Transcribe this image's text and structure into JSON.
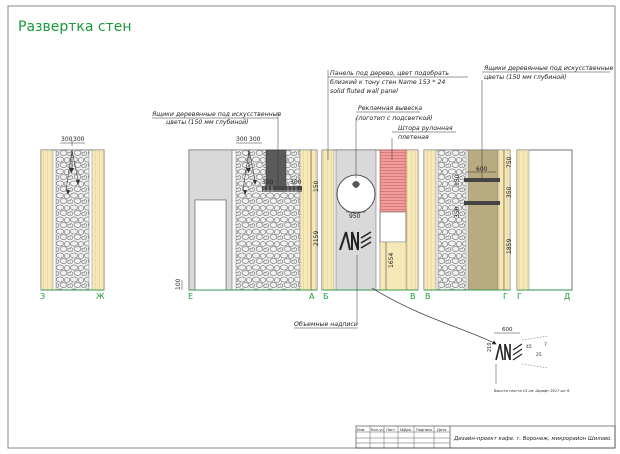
{
  "title": "Развертка стен",
  "annotations": {
    "boxes_left_line1": "Ящики деревянные под искусственные",
    "boxes_left_line2": "цветы (150 мм глубиной)",
    "panel_line1": "Панель под дерево, цвет подобрать",
    "panel_line2": "близкий к тону стен Name 153 * 24",
    "panel_line3": "solid fluted wall panel",
    "sign_line1": "Рекламная вывеска",
    "sign_line2": "(логотип с подсветкой)",
    "blind_line1": "Штора рулонная",
    "blind_line2": "плетеная",
    "boxes_right_line1": "Ящики деревянные под искусственные",
    "boxes_right_line2": "цветы (150 мм глубиной)",
    "volume_text": "Объемные надписи",
    "detail_note": "Высота текста 15 см. Шрифт 2017 шт 6"
  },
  "dimensions": {
    "d300a": "300",
    "d300b": "300",
    "d300c": "300",
    "d300d": "300",
    "d300e": "300",
    "d300f": "300",
    "d150": "150",
    "d2159": "2159",
    "d100": "100",
    "d950": "950",
    "d1654": "1654",
    "d600": "600",
    "d150b": "150",
    "d350": "350",
    "d750": "750",
    "d350b": "350",
    "d1859": "1859",
    "det600": "600",
    "det210": "210",
    "det45": "45",
    "det25": "25",
    "det7": "7"
  },
  "axes": {
    "a1": "З",
    "a2": "Ж",
    "a3": "Е",
    "a4": "А",
    "a5": "Б",
    "a6": "В",
    "a7": "В",
    "a8": "Г",
    "a9": "Г",
    "a10": "Д"
  },
  "stamp": {
    "headers": [
      "Изм.",
      "Кол.уч.",
      "Лист",
      "№Док.",
      "Подпись",
      "Дата"
    ],
    "project": "Дизайн-проект кафе. г. Воронеж, микрорайон Шилово."
  },
  "colors": {
    "frame": "#8a8a8a",
    "title_green": "#1a9a3a",
    "wood": "#f7e8b8",
    "stone": "#efefef",
    "dark_panel": "#5a5a5a",
    "olive": "#b9ab80",
    "blind_red": "#e88b8b",
    "wall_grey": "#d9d9d9"
  }
}
